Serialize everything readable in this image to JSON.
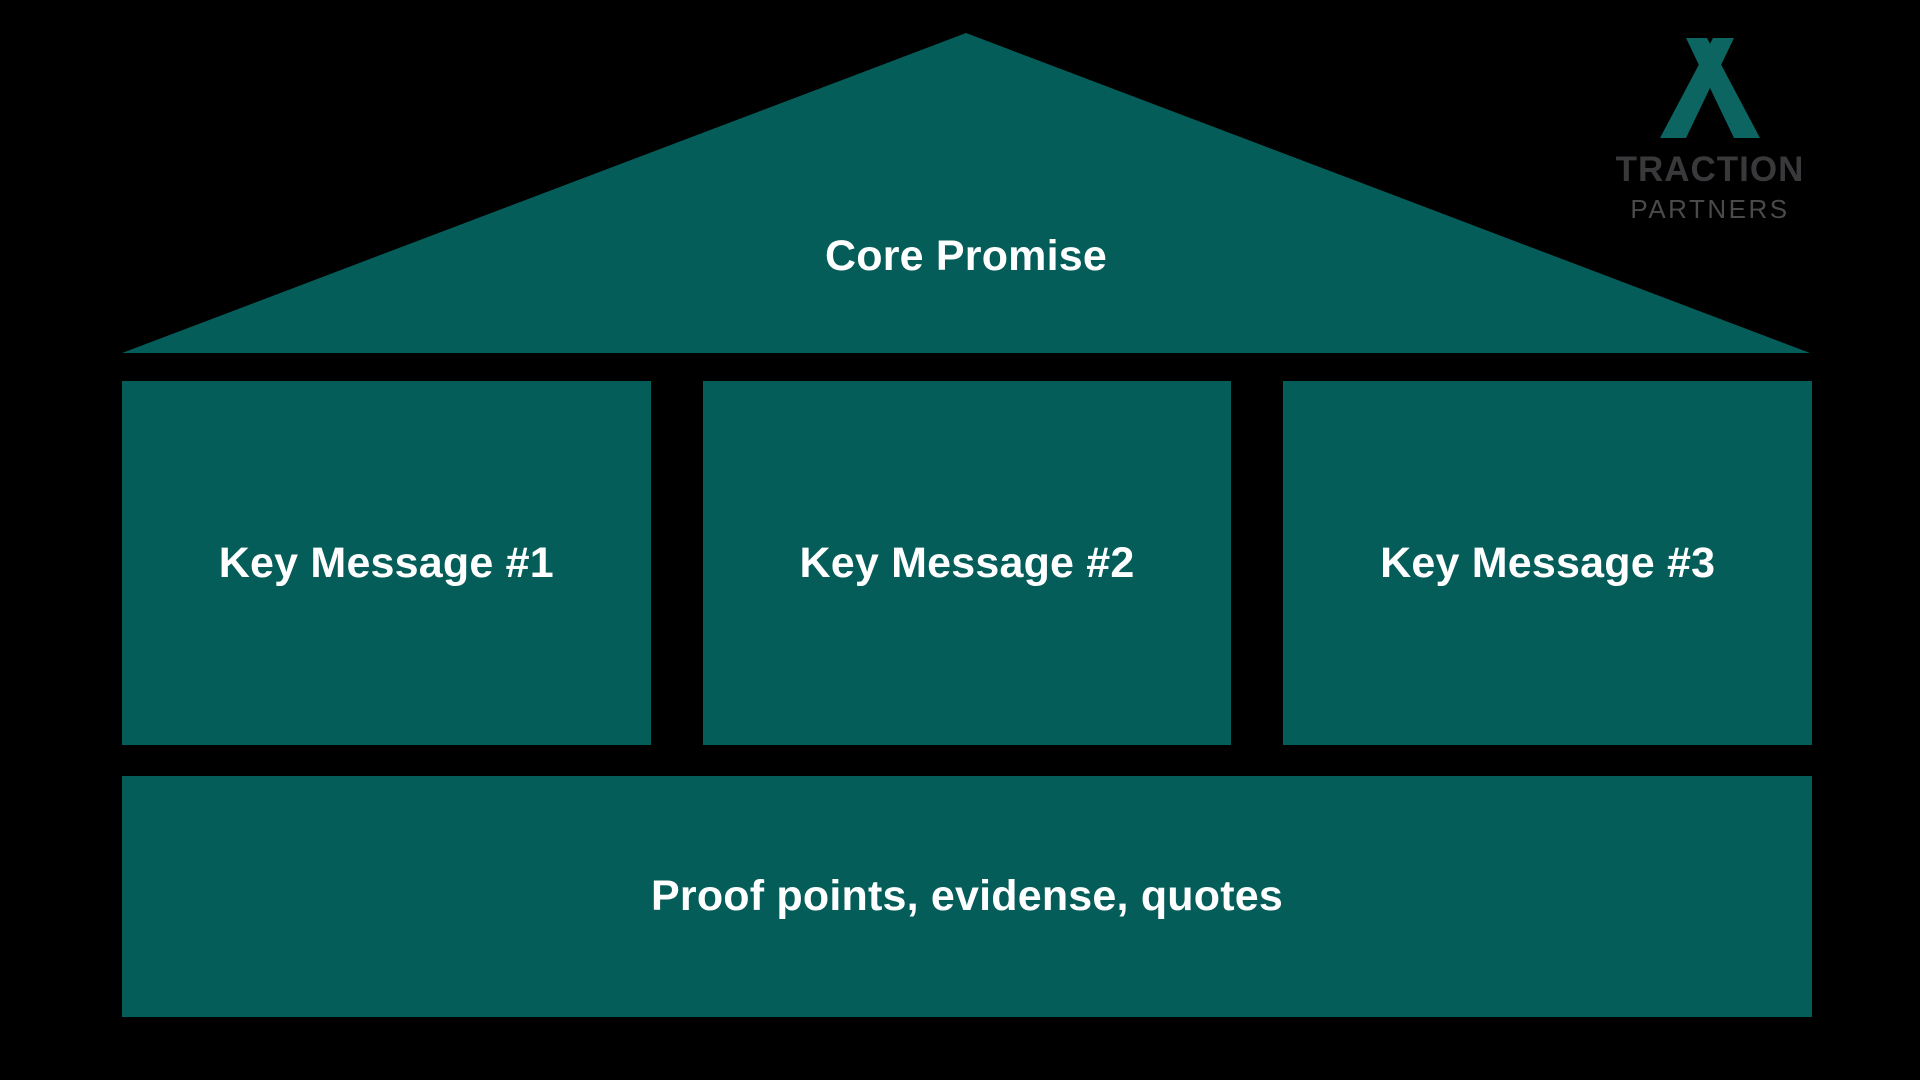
{
  "slide": {
    "background": "#000000",
    "accent": "#055D5A",
    "text_color": "#FFFFFF"
  },
  "house": {
    "roof_label": "Core Promise",
    "pillars": [
      {
        "label": "Key Message #1"
      },
      {
        "label": "Key Message #2"
      },
      {
        "label": "Key Message #3"
      }
    ],
    "foundation_label": "Proof points, evidense, quotes"
  },
  "logo": {
    "icon": "tipi-tent-icon",
    "name": "TRACTION",
    "subname": "PARTNERS",
    "tent_color": "#0C6561",
    "name_color": "#39393B",
    "subname_color": "#4A4A4C"
  }
}
